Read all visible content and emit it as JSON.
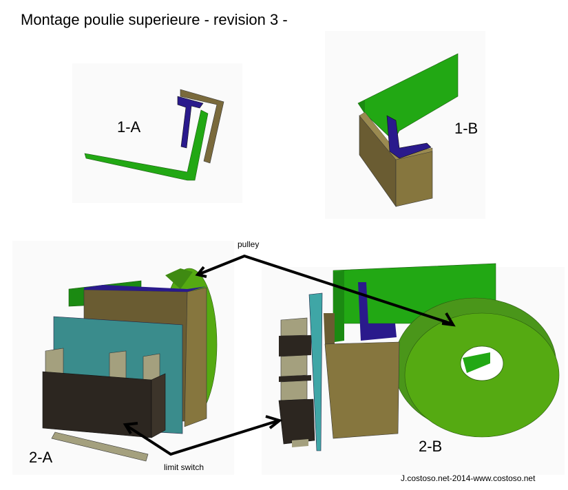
{
  "title": "Montage poulie superieure - revision 3 -",
  "views": {
    "v1a": "1-A",
    "v1b": "1-B",
    "v2a": "2-A",
    "v2b": "2-B"
  },
  "annotations": {
    "pulley": "pulley",
    "limit_switch": "limit switch"
  },
  "credit": "J.costoso.net-2014-www.costoso.net",
  "colors": {
    "green": "#22a814",
    "dark_green": "#1b8a12",
    "pulley_green": "#55aa12",
    "brown": "#86763e",
    "dark_brown": "#6a5c32",
    "purple": "#2a1a8c",
    "teal": "#3a8c8c",
    "black_body": "#2c2620",
    "beige": "#a4a07e"
  }
}
